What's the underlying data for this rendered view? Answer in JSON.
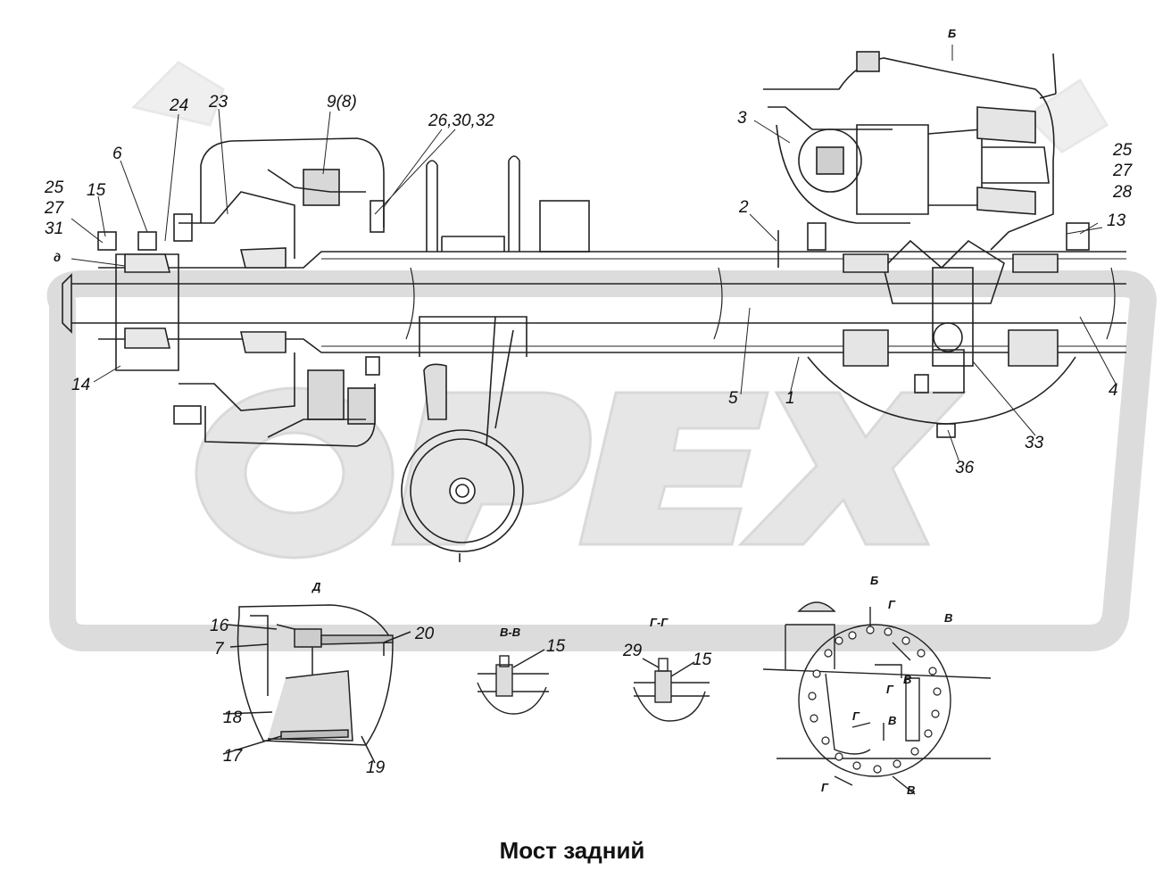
{
  "caption": "Мост задний",
  "watermark": "OPEX",
  "callouts": {
    "c24": "24",
    "c23": "23",
    "c9_8": "9(8)",
    "c26_30_32": "26,30,32",
    "c6": "6",
    "c25a": "25",
    "c27a": "27",
    "c31": "31",
    "c15a": "15",
    "cD": "д",
    "c14": "14",
    "c3": "3",
    "c2": "2",
    "cB_top": "Б",
    "c25b": "25",
    "c27b": "27",
    "c28": "28",
    "c13": "13",
    "c5": "5",
    "c1": "1",
    "c4": "4",
    "c33": "33",
    "c36": "36"
  },
  "details": {
    "d_title": "Д",
    "d16": "16",
    "d7": "7",
    "d20": "20",
    "d18": "18",
    "d17": "17",
    "d19": "19",
    "vv_title": "В-В",
    "vv15": "15",
    "gg_title": "Г-Г",
    "gg29": "29",
    "gg15": "15",
    "b_title": "Б",
    "b_g1": "Г",
    "b_v1": "В",
    "b_g2": "Г",
    "b_v2": "В",
    "b_g3": "Г",
    "b_v3": "В",
    "b_g4": "Г",
    "b_v4": "В"
  },
  "colors": {
    "line": "#222222",
    "watermark": "#e6e6e6",
    "background": "#ffffff"
  }
}
